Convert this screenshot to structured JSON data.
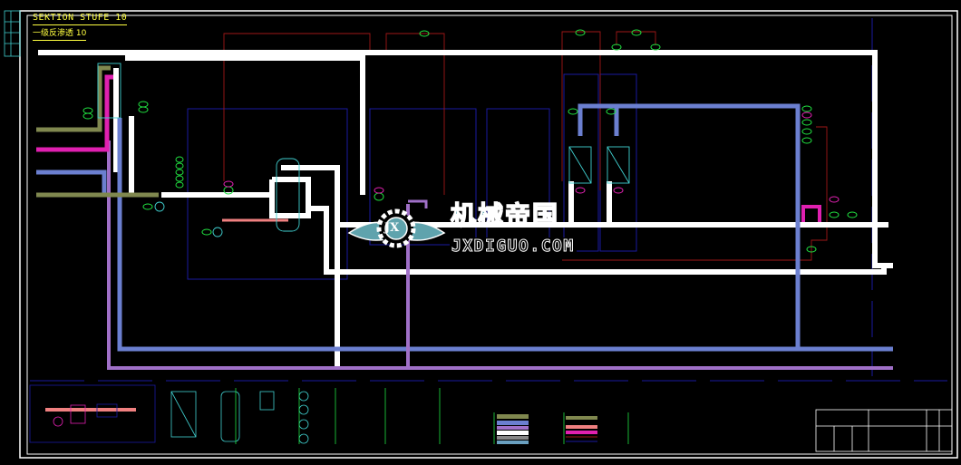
{
  "drawing": {
    "title": "SEKTION STUFE 10",
    "subtitle": "一级反渗透 10"
  },
  "watermark": {
    "logo_letters": "JX",
    "name_cn": "机械帝国",
    "domain": "JXDIGUO.COM"
  },
  "colors": {
    "background": "#000000",
    "main_pipe": "#ffffff",
    "permeate_pipe": "#6b7fd0",
    "concentrate_pipe": "#a070c8",
    "raw_water_pipe": "#80884f",
    "chemical_pipe": "#e020b0",
    "heating_pipe": "#f08080",
    "frame": "#1a1aa0",
    "instrument": "#20e040",
    "equipment": "#40d0d0",
    "signal_line": "#a01818",
    "label": "#ffff40"
  }
}
